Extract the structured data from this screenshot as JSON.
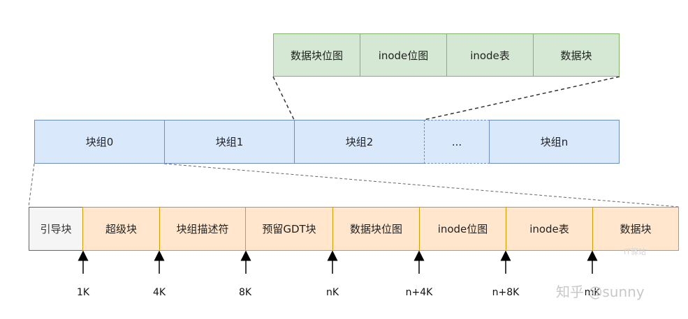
{
  "detail_row": [
    "数据块位图",
    "inode位图",
    "inode表",
    "数据块"
  ],
  "groups_row": [
    "块组0",
    "块组1",
    "块组2",
    "...",
    "块组n"
  ],
  "layout_row": [
    "引导块",
    "超级块",
    "块组描述符",
    "预留GDT块",
    "数据块位图",
    "inode位图",
    "inode表",
    "数据块"
  ],
  "offsets": [
    "1K",
    "4K",
    "8K",
    "nK",
    "n+4K",
    "n+8K",
    "mK"
  ],
  "watermark": {
    "main": "知乎 @sunny",
    "small": "IT驿站"
  },
  "colors": {
    "green_fill": "#d5e8d4",
    "green_stroke": "#82b366",
    "blue_fill": "#dae8fc",
    "blue_stroke": "#6c8ebf",
    "orange_fill": "#ffe6cc",
    "orange_stroke": "#d79b00",
    "gray_fill": "#f5f5f5"
  }
}
